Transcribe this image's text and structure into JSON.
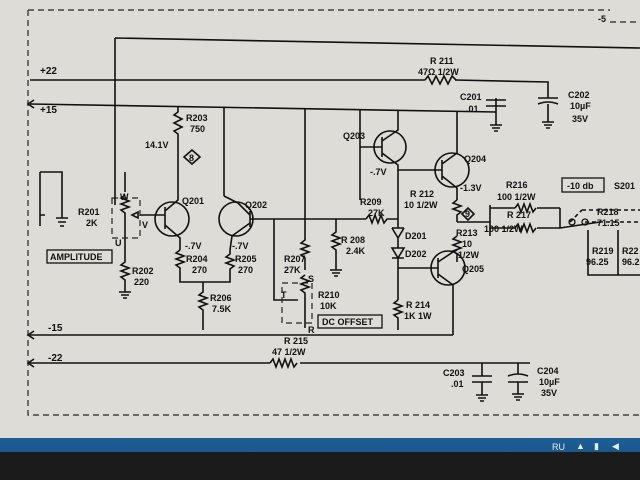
{
  "schematic": {
    "corner_label": "-5",
    "rails": {
      "p22": "+22",
      "p15": "+15",
      "m15": "-15",
      "m22": "-22"
    },
    "labels": {
      "r211": "R 211",
      "r211_val": "47Ω 1/2W",
      "c201": "C201",
      "c201_val": ".01",
      "c202": "C202",
      "c202_val": "10µF",
      "c202_v": "35V",
      "r203": "R203",
      "r203_val": "750",
      "v141": "14.1V",
      "node8": "8",
      "q203": "Q203",
      "v07a": "-.7V",
      "q204": "Q204",
      "v13": "-1.3V",
      "r212": "R 212",
      "r212_val": "10 1/2W",
      "r216": "R216",
      "r216_val": "100 1/2W",
      "r217": "R 217",
      "r217_val": "100 1/2W",
      "atten": "-10 db",
      "s201": "S201",
      "r218": "R218",
      "r218_val": "71.15",
      "r219": "R219",
      "r219_val": "96.25",
      "r220": "R22",
      "r220_val": "96.2",
      "node9": "9",
      "r213": "R213",
      "r213_val": "10",
      "r213_w": "1/2W",
      "r201": "R201",
      "r201_val": "2K",
      "pin_w": "W",
      "pin_v": "V",
      "pin_u": "U",
      "q201": "Q201",
      "q202": "Q202",
      "v07b": "-.7V",
      "v07c": "-.7V",
      "r204": "R204",
      "r204_val": "270",
      "r205": "R205",
      "r205_val": "270",
      "r209": "R209",
      "r209_val": "27K",
      "r208": "R 208",
      "r208_val": "2.4K",
      "d201": "D201",
      "d202": "D202",
      "q205": "Q205",
      "r207": "R207",
      "r207_val": "27K",
      "pin_s": "S",
      "pin_t": "T",
      "pin_r": "R",
      "r210": "R210",
      "r210_val": "10K",
      "amplitude": "AMPLITUDE",
      "r202": "R202",
      "r202_val": "220",
      "r206": "R206",
      "r206_val": "7.5K",
      "dc_offset": "DC OFFSET",
      "r214": "R 214",
      "r214_val": "1K 1W",
      "r215": "R 215",
      "r215_val": "47 1/2W",
      "c203": "C203",
      "c203_val": ".01",
      "c204": "C204",
      "c204_val": "10µF",
      "c204_v": "35V"
    }
  },
  "taskbar": {
    "language": "RU"
  },
  "colors": {
    "paper": "#dddcd6",
    "ink": "#111111",
    "taskbar": "#1d5f96"
  }
}
